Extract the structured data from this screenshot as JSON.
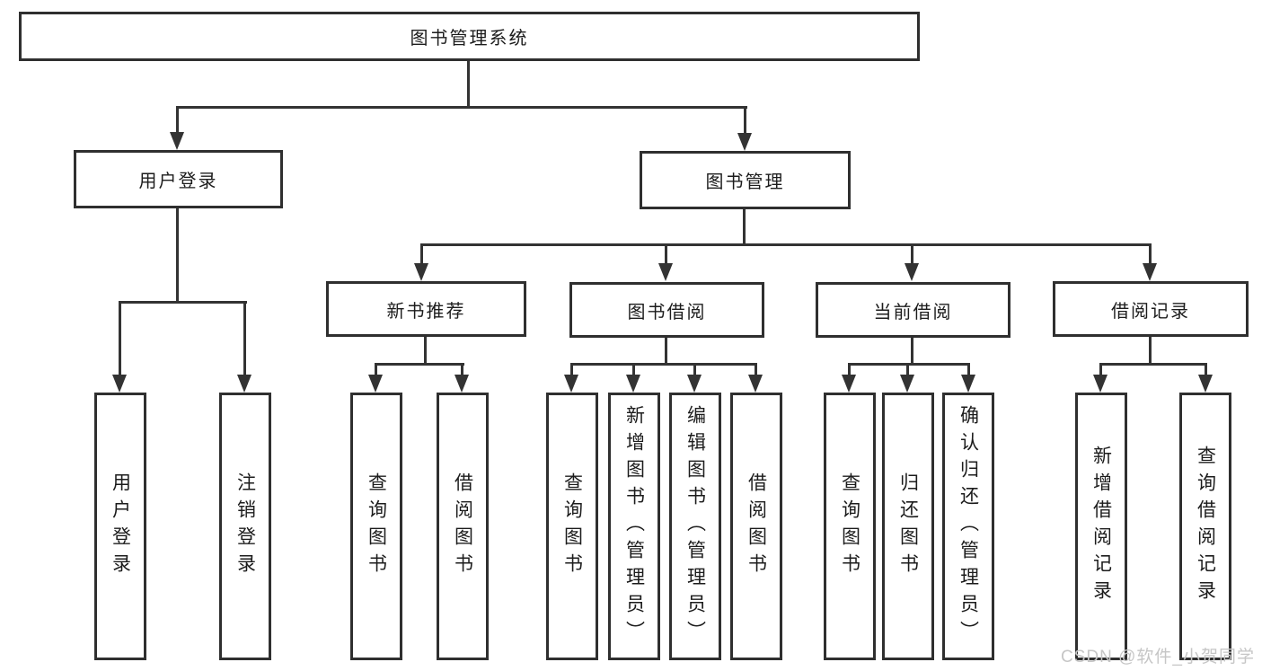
{
  "title": "图书管理系统",
  "watermark": "CSDN @软件_小贺同学",
  "colors": {
    "line": "#333333",
    "border": "#2f2f2f",
    "text": "#1c1c1c",
    "background": "#ffffff",
    "watermark": "#c6c6c6"
  },
  "nodes": {
    "root": "图书管理系统",
    "userLogin": "用户登录",
    "bookMgmt": "图书管理",
    "newBookRec": "新书推荐",
    "bookBorrow": "图书借阅",
    "currentBorrow": "当前借阅",
    "borrowRecord": "借阅记录",
    "leafUserLogin": "用户登录",
    "leafLogout": "注销登录",
    "leafRecQuery": "查询图书",
    "leafRecBorrow": "借阅图书",
    "leafBbQuery": "查询图书",
    "leafBbAdd": "新增图书（管理员）",
    "leafBbEdit": "编辑图书（管理员）",
    "leafBbBorrow": "借阅图书",
    "leafCbQuery": "查询图书",
    "leafCbReturn": "归还图书",
    "leafCbConfirm": "确认归还（管理员）",
    "leafBrAdd": "新增借阅记录",
    "leafBrQuery": "查询借阅记录"
  },
  "hierarchy": {
    "图书管理系统": {
      "用户登录": [
        "用户登录",
        "注销登录"
      ],
      "图书管理": {
        "新书推荐": [
          "查询图书",
          "借阅图书"
        ],
        "图书借阅": [
          "查询图书",
          "新增图书（管理员）",
          "编辑图书（管理员）",
          "借阅图书"
        ],
        "当前借阅": [
          "查询图书",
          "归还图书",
          "确认归还（管理员）"
        ],
        "借阅记录": [
          "新增借阅记录",
          "查询借阅记录"
        ]
      }
    }
  }
}
